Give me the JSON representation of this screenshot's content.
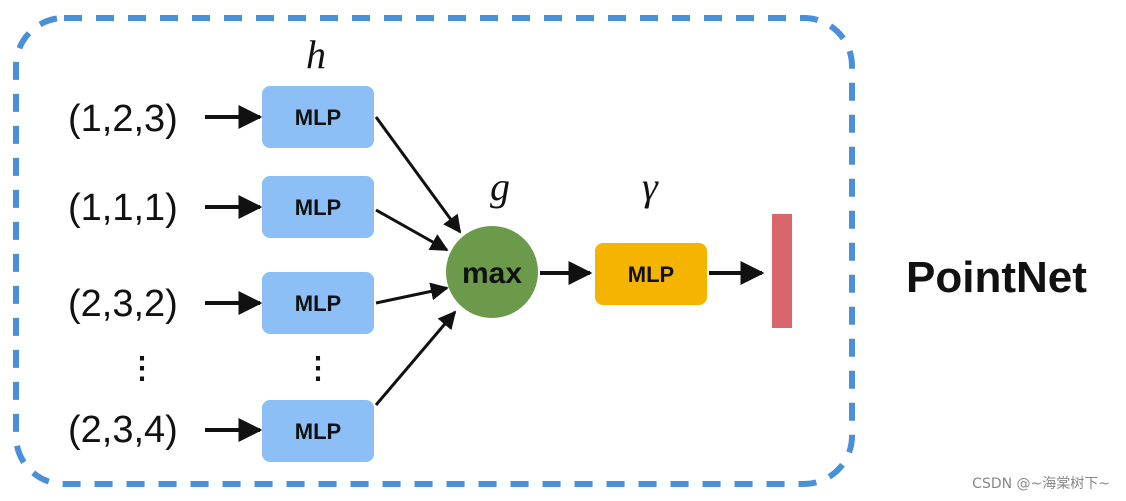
{
  "inputs": [
    "(1,2,3)",
    "(1,1,1)",
    "(2,3,2)",
    "(2,3,4)"
  ],
  "ellipsis": "⋮",
  "mlp_label": "MLP",
  "labels": {
    "h": "h",
    "g": "g",
    "gamma": "γ"
  },
  "max_label": "max",
  "gamma_mlp_label": "MLP",
  "title": "PointNet",
  "watermark": "CSDN @~海棠树下~",
  "colors": {
    "border": "#4a90d9",
    "mlp_fill": "#8bbff5",
    "max_fill": "#6a9a4a",
    "gamma_fill": "#f5b400",
    "output_bar": "#d9666b"
  }
}
